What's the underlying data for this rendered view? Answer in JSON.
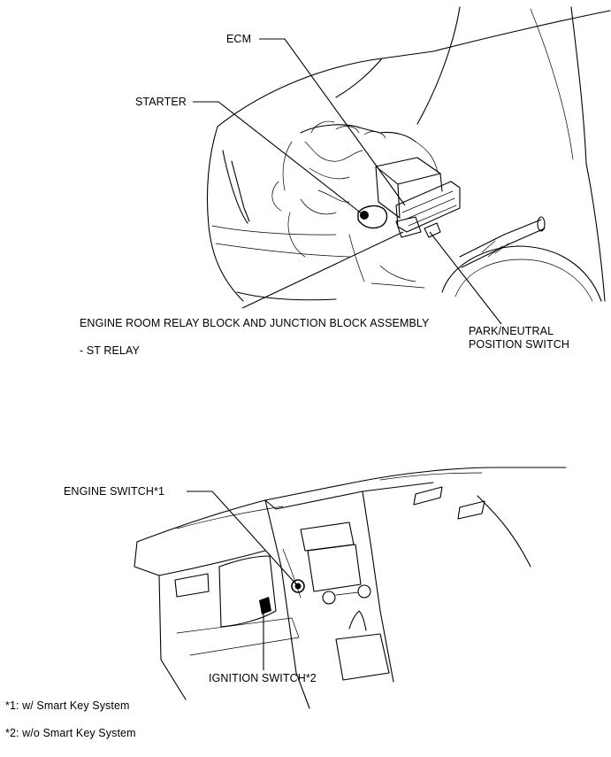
{
  "callouts": {
    "ecm": "ECM",
    "starter": "STARTER",
    "relay_block": "ENGINE ROOM RELAY BLOCK AND JUNCTION BLOCK ASSEMBLY",
    "st_relay": "- ST RELAY",
    "pnp_line1": "PARK/NEUTRAL",
    "pnp_line2": "POSITION SWITCH",
    "engine_switch": "ENGINE SWITCH*1",
    "ignition_switch": "IGNITION SWITCH*2"
  },
  "footnotes": {
    "note1": "*1: w/ Smart Key System",
    "note2": "*2: w/o Smart Key System"
  }
}
